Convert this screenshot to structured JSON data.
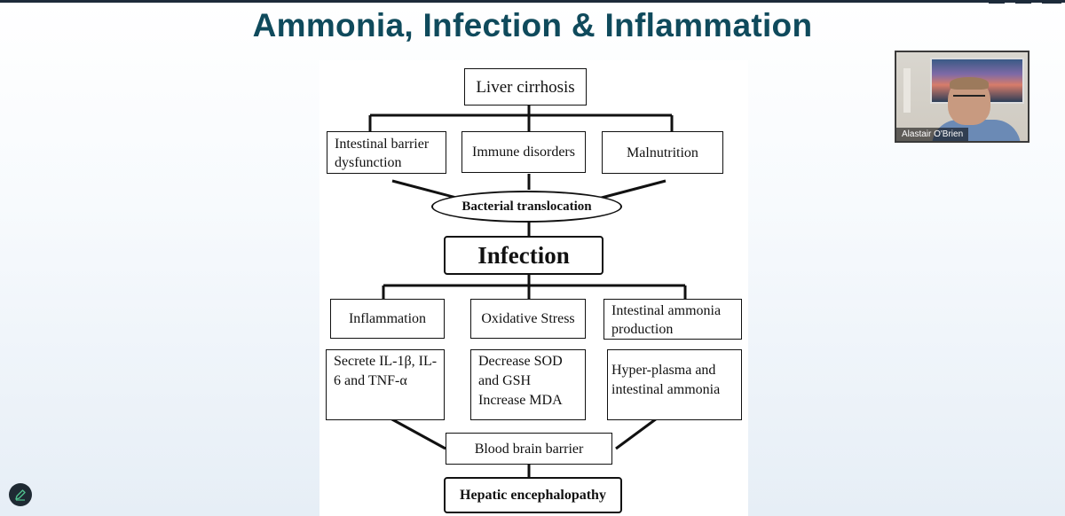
{
  "slide": {
    "title": "Ammonia, Infection & Inflammation"
  },
  "flowchart": {
    "root": "Liver cirrhosis",
    "causes": [
      "Intestinal barrier dysfunction",
      "Immune disorders",
      "Malnutrition"
    ],
    "mechanism": "Bacterial translocation",
    "central": "Infection",
    "effects": [
      "Inflammation",
      "Oxidative Stress",
      "Intestinal ammonia production"
    ],
    "details": [
      "Secrete IL-1β, IL-6 and TNF-α",
      "Decrease SOD and GSH Increase MDA",
      "Hyper-plasma and intestinal ammonia"
    ],
    "barrier": "Blood brain barrier",
    "outcome": "Hepatic encephalopathy"
  },
  "video": {
    "participant_name": "Alastair O'Brien"
  },
  "toolbar": {
    "edit_icon": "pencil-icon"
  }
}
